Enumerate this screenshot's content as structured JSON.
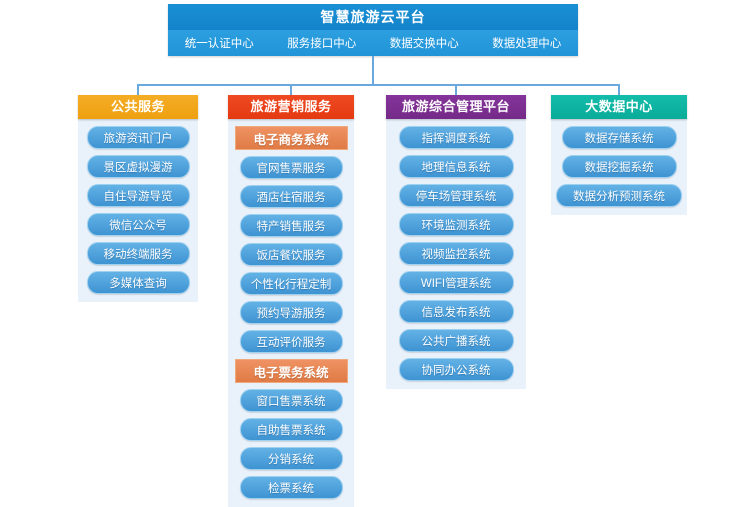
{
  "platform": {
    "title": "智慧旅游云平台",
    "centers": [
      "统一认证中心",
      "服务接口中心",
      "数据交换中心",
      "数据处理中心"
    ],
    "title_bg": "#1a8fd4",
    "sub_bg": "#2c9fe0"
  },
  "columns": [
    {
      "key": "public",
      "header": "公共服务",
      "header_color": "#f0a41a",
      "items": [
        {
          "type": "pill",
          "label": "旅游资讯门户"
        },
        {
          "type": "pill",
          "label": "景区虚拟漫游"
        },
        {
          "type": "pill",
          "label": "自住导游导览"
        },
        {
          "type": "pill",
          "label": "微信公众号"
        },
        {
          "type": "pill",
          "label": "移动终端服务"
        },
        {
          "type": "pill",
          "label": "多媒体查询"
        }
      ]
    },
    {
      "key": "market",
      "header": "旅游营销服务",
      "header_color": "#e8401c",
      "items": [
        {
          "type": "subhead",
          "label": "电子商务系统"
        },
        {
          "type": "pill",
          "label": "官网售票服务"
        },
        {
          "type": "pill",
          "label": "酒店住宿服务"
        },
        {
          "type": "pill",
          "label": "特产销售服务"
        },
        {
          "type": "pill",
          "label": "饭店餐饮服务"
        },
        {
          "type": "pill",
          "label": "个性化行程定制"
        },
        {
          "type": "pill",
          "label": "预约导游服务"
        },
        {
          "type": "pill",
          "label": "互动评价服务"
        },
        {
          "type": "subhead",
          "label": "电子票务系统"
        },
        {
          "type": "pill",
          "label": "窗口售票系统"
        },
        {
          "type": "pill",
          "label": "自助售票系统"
        },
        {
          "type": "pill",
          "label": "分销系统"
        },
        {
          "type": "pill",
          "label": "检票系统"
        }
      ]
    },
    {
      "key": "manage",
      "header": "旅游综合管理平台",
      "header_color": "#7b2d8e",
      "items": [
        {
          "type": "pill",
          "label": "指挥调度系统"
        },
        {
          "type": "pill",
          "label": "地理信息系统"
        },
        {
          "type": "pill",
          "label": "停车场管理系统"
        },
        {
          "type": "pill",
          "label": "环境监测系统"
        },
        {
          "type": "pill",
          "label": "视频监控系统"
        },
        {
          "type": "pill",
          "label": "WIFI管理系统"
        },
        {
          "type": "pill",
          "label": "信息发布系统"
        },
        {
          "type": "pill",
          "label": "公共广播系统"
        },
        {
          "type": "pill",
          "label": "协同办公系统"
        }
      ]
    },
    {
      "key": "bigdata",
      "header": "大数据中心",
      "header_color": "#0fb5a0",
      "items": [
        {
          "type": "pill",
          "label": "数据存储系统"
        },
        {
          "type": "pill",
          "label": "数据挖掘系统"
        },
        {
          "type": "pill",
          "label": "数据分析预测系统",
          "wide": true
        }
      ]
    }
  ],
  "colors": {
    "pill": "#4a9bd8",
    "pill_border": "#9ed0ef",
    "panel_bg": "#e9f1fb",
    "connector": "#6aa9dd",
    "subhead": "#e8834e"
  }
}
